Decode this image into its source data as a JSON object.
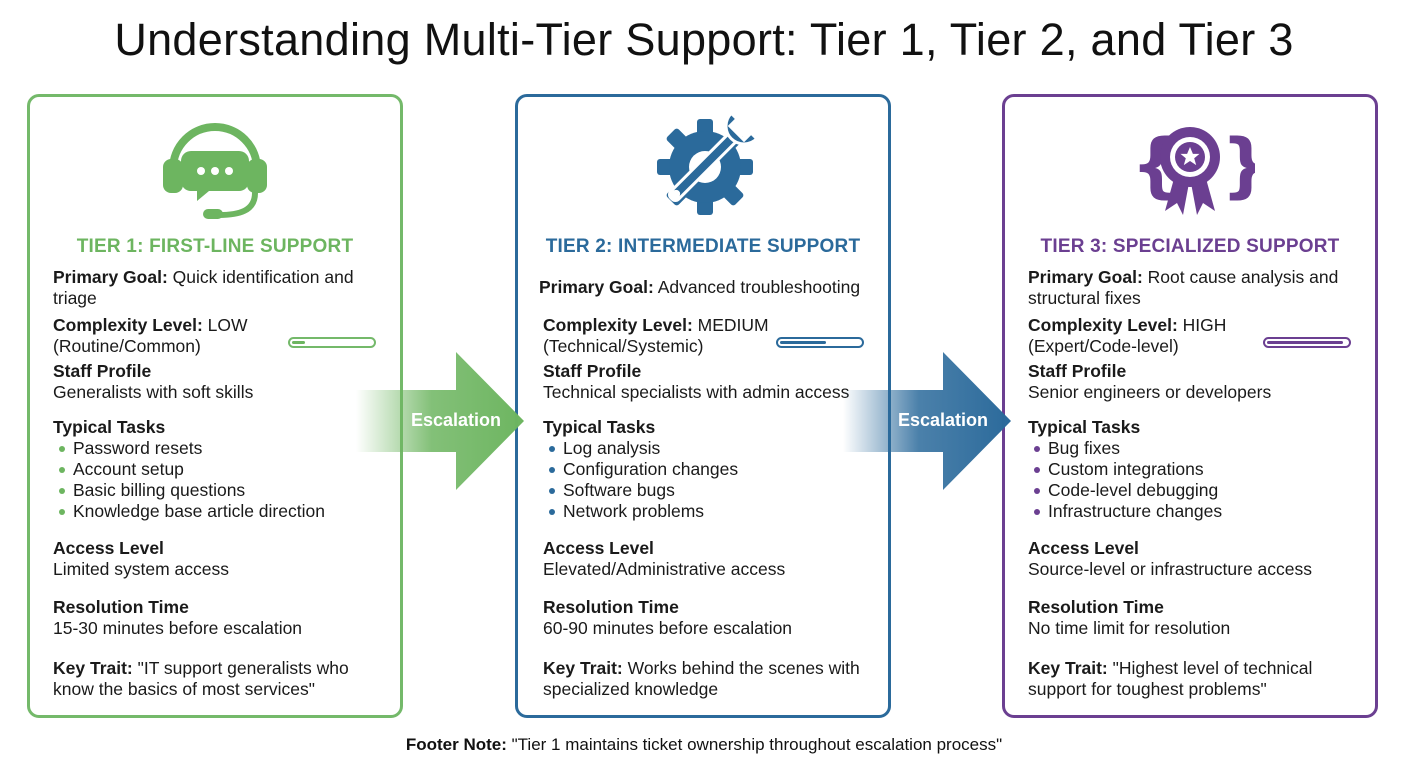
{
  "title": "Understanding Multi-Tier Support: Tier 1, Tier 2, and Tier 3",
  "colors": {
    "tier1": "#6db560",
    "tier2": "#2b6a9b",
    "tier3": "#6b3f91"
  },
  "tiers": [
    {
      "icon": "headset-chat-icon",
      "heading": "TIER 1: FIRST-LINE SUPPORT",
      "goal_label": "Primary Goal:",
      "goal_value": "Quick identification and triage",
      "complexity_label": "Complexity Level:",
      "complexity_value": "LOW",
      "complexity_sub": "(Routine/Common)",
      "complexity_meter": 0.2,
      "staff_label": "Staff Profile",
      "staff_value": "Generalists with soft skills",
      "tasks_label": "Typical Tasks",
      "tasks": [
        "Password resets",
        "Account setup",
        "Basic billing questions",
        "Knowledge base article direction"
      ],
      "access_label": "Access Level",
      "access_value": "Limited system access",
      "time_label": "Resolution Time",
      "time_value": "15-30 minutes before escalation",
      "trait_label": "Key Trait:",
      "trait_value": "\"IT support generalists who know the basics of most services\""
    },
    {
      "icon": "wrench-gear-icon",
      "heading": "TIER 2: INTERMEDIATE SUPPORT",
      "goal_label": "Primary Goal:",
      "goal_value": "Advanced troubleshooting",
      "complexity_label": "Complexity Level:",
      "complexity_value": "MEDIUM",
      "complexity_sub": "(Technical/Systemic)",
      "complexity_meter": 0.6,
      "staff_label": "Staff Profile",
      "staff_value": "Technical specialists with admin access",
      "tasks_label": "Typical Tasks",
      "tasks": [
        "Log analysis",
        "Configuration changes",
        "Software bugs",
        "Network problems"
      ],
      "access_label": "Access Level",
      "access_value": "Elevated/Administrative access",
      "time_label": "Resolution Time",
      "time_value": "60-90 minutes before escalation",
      "trait_label": "Key Trait:",
      "trait_value": "Works behind the scenes with specialized knowledge"
    },
    {
      "icon": "code-award-icon",
      "heading": "TIER 3: SPECIALIZED SUPPORT",
      "goal_label": "Primary Goal:",
      "goal_value": "Root cause analysis and structural fixes",
      "complexity_label": "Complexity Level:",
      "complexity_value": "HIGH",
      "complexity_sub": "(Expert/Code-level)",
      "complexity_meter": 0.95,
      "staff_label": "Staff Profile",
      "staff_value": "Senior engineers or developers",
      "tasks_label": "Typical Tasks",
      "tasks": [
        "Bug fixes",
        "Custom integrations",
        "Code-level debugging",
        "Infrastructure changes"
      ],
      "access_label": "Access Level",
      "access_value": "Source-level or infrastructure access",
      "time_label": "Resolution Time",
      "time_value": "No time limit for resolution",
      "trait_label": "Key Trait:",
      "trait_value": "\"Highest level of technical support for toughest problems\""
    }
  ],
  "arrows": [
    {
      "label": "Escalation"
    },
    {
      "label": "Escalation"
    }
  ],
  "footer": {
    "label": "Footer Note:",
    "value": "\"Tier 1 maintains ticket ownership throughout escalation process\""
  }
}
